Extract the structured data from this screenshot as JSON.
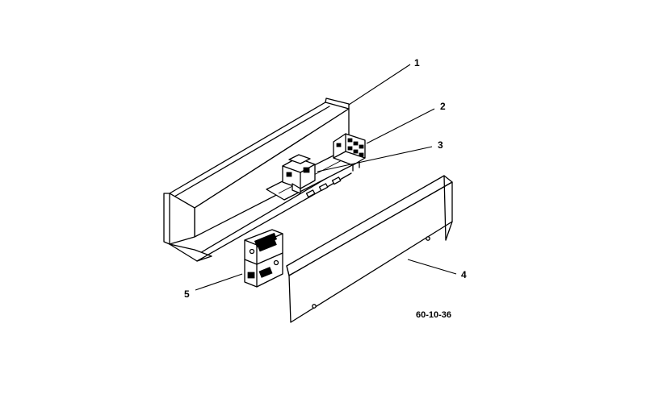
{
  "callouts": [
    {
      "id": "1",
      "label": "1"
    },
    {
      "id": "2",
      "label": "2"
    },
    {
      "id": "3",
      "label": "3"
    },
    {
      "id": "4",
      "label": "4"
    },
    {
      "id": "5",
      "label": "5"
    }
  ],
  "drawing_code": "60-10-36",
  "colors": {
    "ink": "#000000",
    "background": "#ffffff"
  }
}
